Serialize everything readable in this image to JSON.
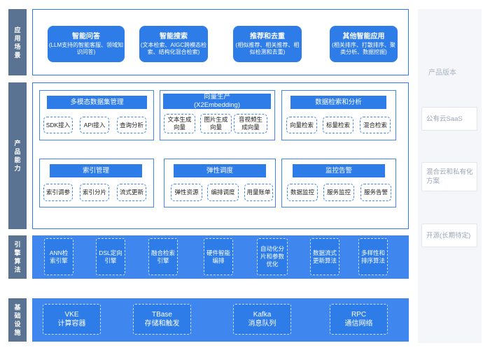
{
  "side_labels": {
    "application": "应用场景",
    "product": "产品能力",
    "engine": "引擎算法",
    "infra": "基础设施"
  },
  "applications": [
    {
      "title": "智能问答",
      "desc": "(LLM支持的智能客服、领域知识问答)"
    },
    {
      "title": "智能搜索",
      "desc": "(文本检索、AIGC跨模态检索、结构化混合检索)"
    },
    {
      "title": "推荐和去重",
      "desc": "(相似推荐、相关推荐、相似检测和去重)"
    },
    {
      "title": "其他智能应用",
      "desc": "(相关排序、打散排序、聚类分析、数据挖掘)"
    }
  ],
  "product_groups": [
    {
      "title": "多模态数据集管理",
      "items": [
        "SDK接入",
        "API接入",
        "查询分析"
      ]
    },
    {
      "title": "向量生产",
      "title2": "(X2Embedding)",
      "items": [
        "文本生成向量",
        "图片生成向量",
        "音视频生成向量"
      ]
    },
    {
      "title": "数据检索和分析",
      "items": [
        "向量检索",
        "标量检索",
        "混合检索"
      ]
    },
    {
      "title": "索引管理",
      "items": [
        "索引调参",
        "索引分片",
        "流式更新"
      ]
    },
    {
      "title": "弹性调度",
      "items": [
        "弹性资源",
        "编排调度",
        "用量账单"
      ]
    },
    {
      "title": "监控告警",
      "items": [
        "数据监控",
        "服务监控",
        "服务告警"
      ]
    }
  ],
  "engine_items": [
    "ANN检索引擎",
    "DSL定向引擎",
    "融合检索引擎",
    "硬件智能编排",
    "自动化分片和参数优化",
    "数据流式更新算法",
    "多样性和排序算法"
  ],
  "infra_items": [
    {
      "name": "VKE",
      "desc": "计算容器"
    },
    {
      "name": "TBase",
      "desc": "存储和触发"
    },
    {
      "name": "Kafka",
      "desc": "消息队列"
    },
    {
      "name": "RPC",
      "desc": "通信网络"
    }
  ],
  "product_versions": {
    "title": "产品版本",
    "items": [
      "公有云SaaS",
      "混合云和私有化方案",
      "开源(长期待定)"
    ]
  }
}
